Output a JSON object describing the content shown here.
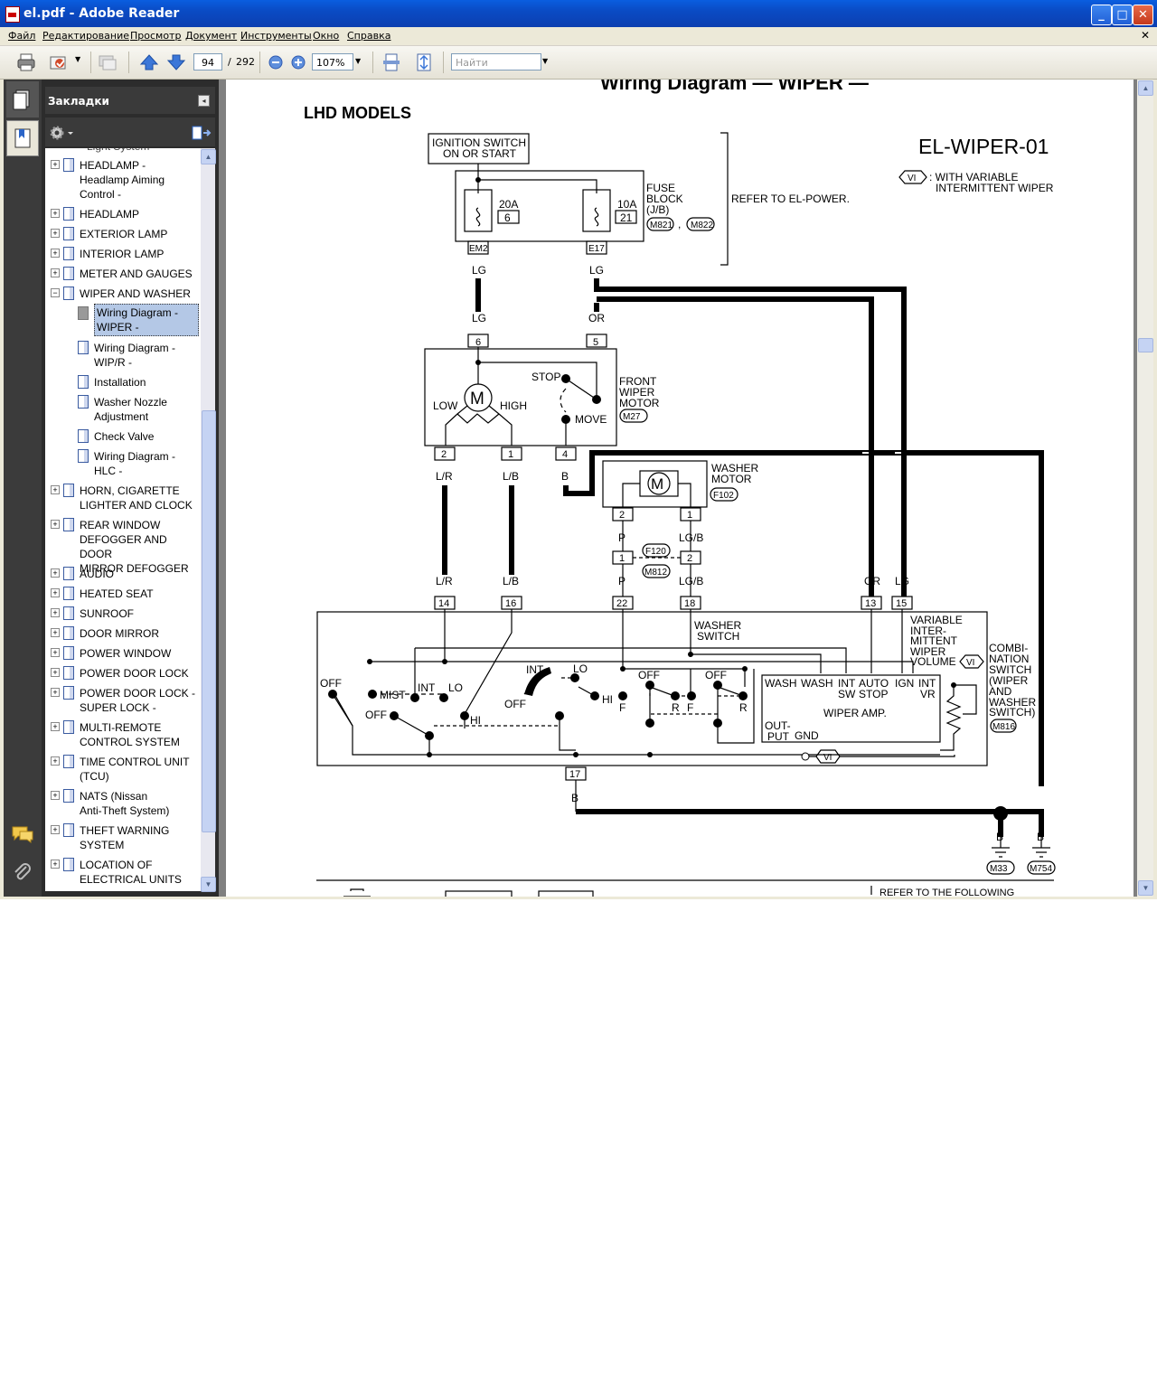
{
  "window": {
    "title": "el.pdf - Adobe Reader"
  },
  "menu": [
    "Файл",
    "Редактирование",
    "Просмотр",
    "Документ",
    "Инструменты",
    "Окно",
    "Справка"
  ],
  "toolbar": {
    "page_current": "94",
    "page_sep": "/",
    "page_total": "292",
    "zoom": "107%",
    "find_placeholder": "Найти"
  },
  "bookmarks": {
    "title": "Закладки",
    "items": [
      {
        "label": "HEADLAMP -\nHeadlamp Aiming\nControl -",
        "level": 0
      },
      {
        "label": "HEADLAMP",
        "level": 0
      },
      {
        "label": "EXTERIOR LAMP",
        "level": 0
      },
      {
        "label": "INTERIOR LAMP",
        "level": 0
      },
      {
        "label": "METER AND GAUGES",
        "level": 0
      },
      {
        "label": "WIPER AND WASHER",
        "level": 0
      },
      {
        "label": "Wiring Diagram -\nWIPER -",
        "level": 1
      },
      {
        "label": "Wiring Diagram -\nWIP/R -",
        "level": 1
      },
      {
        "label": "Installation",
        "level": 1
      },
      {
        "label": "Washer Nozzle\nAdjustment",
        "level": 1
      },
      {
        "label": "Check Valve",
        "level": 1
      },
      {
        "label": "Wiring Diagram -\nHLC -",
        "level": 1
      },
      {
        "label": "HORN, CIGARETTE\nLIGHTER AND CLOCK",
        "level": 0
      },
      {
        "label": "REAR WINDOW\nDEFOGGER AND DOOR\nMIRROR DEFOGGER",
        "level": 0
      },
      {
        "label": "AUDIO",
        "level": 0
      },
      {
        "label": "HEATED SEAT",
        "level": 0
      },
      {
        "label": "SUNROOF",
        "level": 0
      },
      {
        "label": "DOOR MIRROR",
        "level": 0
      },
      {
        "label": "POWER WINDOW",
        "level": 0
      },
      {
        "label": "POWER DOOR LOCK",
        "level": 0
      },
      {
        "label": "POWER DOOR LOCK -\nSUPER LOCK -",
        "level": 0
      },
      {
        "label": "MULTI-REMOTE\nCONTROL SYSTEM",
        "level": 0
      },
      {
        "label": "TIME CONTROL UNIT\n(TCU)",
        "level": 0
      },
      {
        "label": "NATS (Nissan\nAnti-Theft System)",
        "level": 0
      },
      {
        "label": "THEFT WARNING\nSYSTEM",
        "level": 0
      },
      {
        "label": "LOCATION OF\nELECTRICAL UNITS",
        "level": 0
      }
    ]
  },
  "diagram": {
    "title": "Wiring Diagram — WIPER —",
    "models": "LHD MODELS",
    "code": "EL-WIPER-01",
    "legend_symbol": "VI",
    "legend_text_1": ": WITH VARIABLE",
    "legend_text_2": "INTERMITTENT WIPER",
    "ignition_1": "IGNITION SWITCH",
    "ignition_2": "ON OR START",
    "fuse_block_1": "FUSE",
    "fuse_block_2": "BLOCK",
    "fuse_block_3": "(J/B)",
    "fuse_conn_1": "M821",
    "fuse_conn_2": "M822",
    "refer_power": "REFER TO EL-POWER.",
    "fuse_a_amp": "20A",
    "fuse_a_num": "6",
    "fuse_b_amp": "10A",
    "fuse_b_num": "21",
    "term_em2": "EM2",
    "term_e17": "E17",
    "wire_lg": "LG",
    "wire_or": "OR",
    "wire_lr": "L/R",
    "wire_lb": "L/B",
    "wire_b": "B",
    "wire_p": "P",
    "wire_lgb": "LG/B",
    "front_motor_1": "FRONT",
    "front_motor_2": "WIPER",
    "front_motor_3": "MOTOR",
    "front_motor_conn": "M27",
    "motor_letter": "M",
    "low": "LOW",
    "high": "HIGH",
    "stop": "STOP",
    "move": "MOVE",
    "washer_motor_1": "WASHER",
    "washer_motor_2": "MOTOR",
    "washer_motor_conn": "F102",
    "conn_f120": "F120",
    "conn_m812": "M812",
    "washer_switch_1": "WASHER",
    "washer_switch_2": "SWITCH",
    "var_1": "VARIABLE",
    "var_2": "INTER-",
    "var_3": "MITTENT",
    "var_4": "WIPER",
    "var_5": "VOLUME",
    "combi_1": "COMBI-",
    "combi_2": "NATION",
    "combi_3": "SWITCH",
    "combi_4": "(WIPER",
    "combi_5": "AND",
    "combi_6": "WASHER",
    "combi_7": "SWITCH)",
    "combi_conn": "M816",
    "off": "OFF",
    "mist": "MIST",
    "int": "INT",
    "lo": "LO",
    "hi": "HI",
    "f": "F",
    "r": "R",
    "wash": "WASH",
    "int_sw_1": "INT",
    "int_sw_2": "SW",
    "auto_1": "AUTO",
    "auto_2": "STOP",
    "ign": "IGN",
    "int_vr_1": "INT",
    "int_vr_2": "VR",
    "amp": "WIPER AMP.",
    "output_1": "OUT-",
    "output_2": "PUT",
    "gnd": "GND",
    "ground_1": "M33",
    "ground_2": "M754",
    "refer_following": "REFER TO THE FOLLOWING",
    "pins": [
      "6",
      "5",
      "2",
      "1",
      "4",
      "2",
      "1",
      "1",
      "2",
      "14",
      "16",
      "22",
      "18",
      "13",
      "15",
      "17"
    ]
  }
}
